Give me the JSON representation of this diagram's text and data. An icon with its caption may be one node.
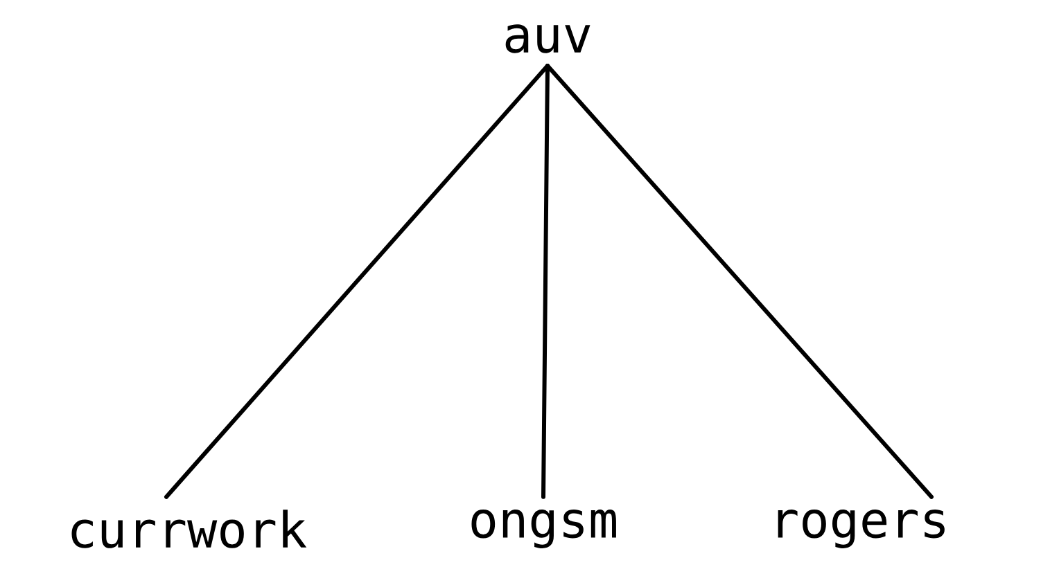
{
  "diagram": {
    "nodes": [
      {
        "text": [
          "auv"
        ]
      },
      {
        "text": [
          "currwork"
        ]
      },
      {
        "text": [
          "ongsm"
        ]
      },
      {
        "text": [
          "rogers"
        ]
      }
    ],
    "edges": [
      {
        "from": 0,
        "to": 1,
        "arrow": "none"
      },
      {
        "from": 0,
        "to": 2,
        "arrow": "none"
      },
      {
        "from": 0,
        "to": 3,
        "arrow": "none"
      }
    ]
  }
}
